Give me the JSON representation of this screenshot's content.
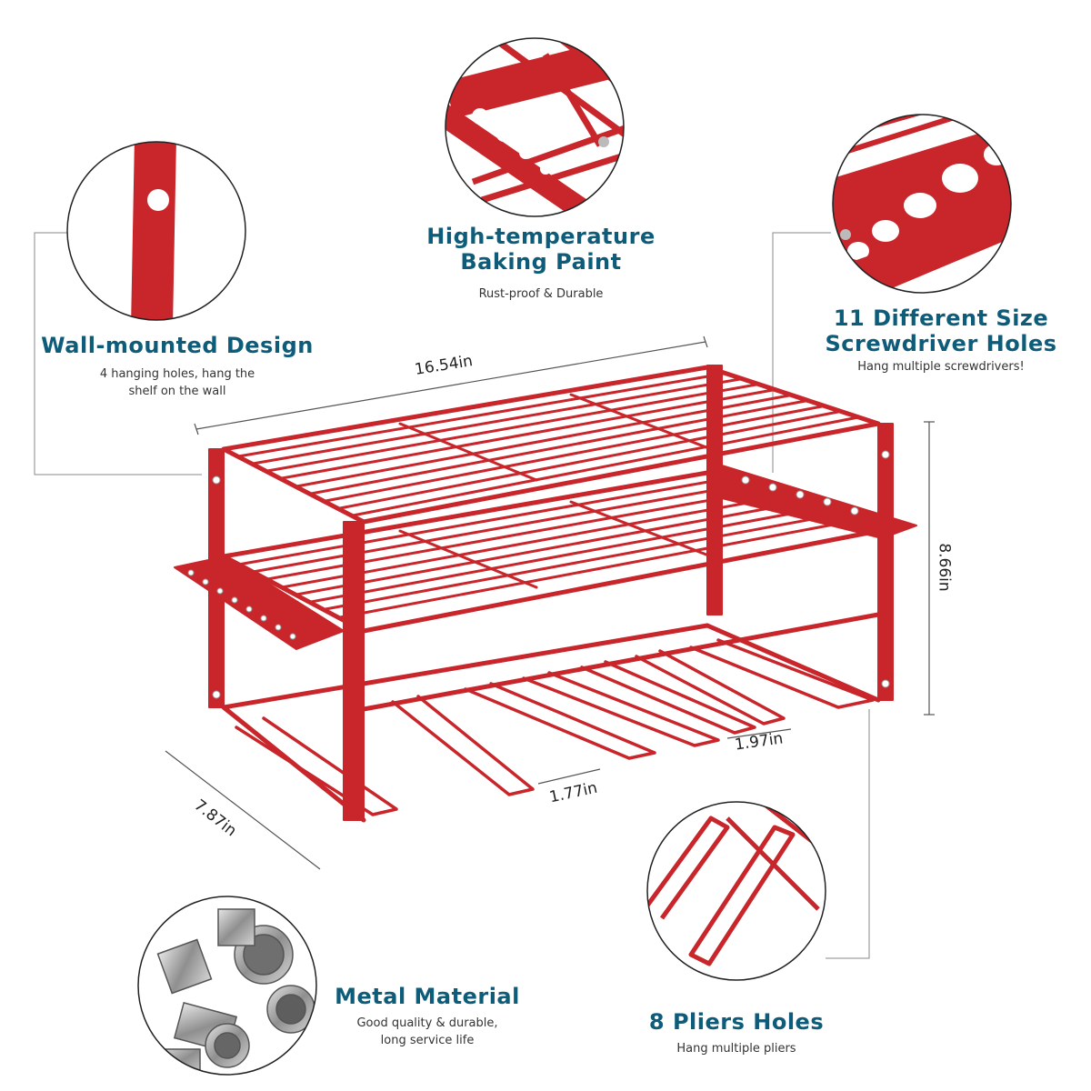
{
  "features": {
    "wall": {
      "title": "Wall-mounted Design",
      "sub_line1": "4 hanging holes, hang the",
      "sub_line2": "shelf on the wall"
    },
    "paint": {
      "title_line1": "High-temperature",
      "title_line2": "Baking Paint",
      "sub": "Rust-proof & Durable"
    },
    "screwdriver": {
      "title_line1": "11 Different Size",
      "title_line2": "Screwdriver Holes",
      "sub": "Hang multiple screwdrivers!"
    },
    "metal": {
      "title": "Metal Material",
      "sub_line1": "Good quality & durable,",
      "sub_line2": "long service life"
    },
    "pliers": {
      "title": "8 Pliers Holes",
      "sub": "Hang multiple pliers"
    }
  },
  "dimensions": {
    "width": "16.54in",
    "height": "8.66in",
    "depth": "7.87in",
    "slot_gap": "1.77in",
    "slot_width": "1.97in"
  },
  "colors": {
    "rack_red": "#c8262b",
    "title_teal": "#0d5c7a",
    "metal_gray": "#9a9a9a"
  }
}
